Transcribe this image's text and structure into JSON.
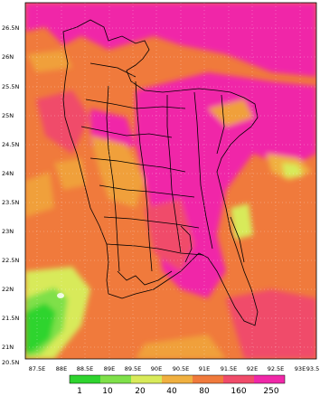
{
  "map": {
    "lat_labels": [
      "26.5N",
      "26N",
      "25.5N",
      "25N",
      "24.5N",
      "24N",
      "23.5N",
      "23N",
      "22.5N",
      "22N",
      "21.5N",
      "21N",
      "20.5N"
    ],
    "lon_labels": [
      "87.5E",
      "88E",
      "88.5E",
      "89E",
      "89.5E",
      "90E",
      "90.5E",
      "91E",
      "91.5E",
      "92E",
      "92.5E",
      "93E",
      "93.5"
    ],
    "lat_range": [
      20.5,
      26.5
    ],
    "lon_range": [
      87.5,
      93.5
    ],
    "region": "Bangladesh district boundaries",
    "colors": {
      "c1": "#2fd42f",
      "c10": "#7fe04a",
      "c20": "#d8ea5a",
      "c40": "#f0b040",
      "c80": "#f07a3c",
      "c160": "#f04c6a",
      "c250": "#f028a8"
    }
  },
  "colorbar": {
    "labels": [
      "1",
      "10",
      "20",
      "40",
      "80",
      "160",
      "250"
    ],
    "colors": [
      "#2fd42f",
      "#7fe04a",
      "#d8ea5a",
      "#f0b040",
      "#f07a3c",
      "#f04c6a",
      "#f028a8"
    ]
  }
}
